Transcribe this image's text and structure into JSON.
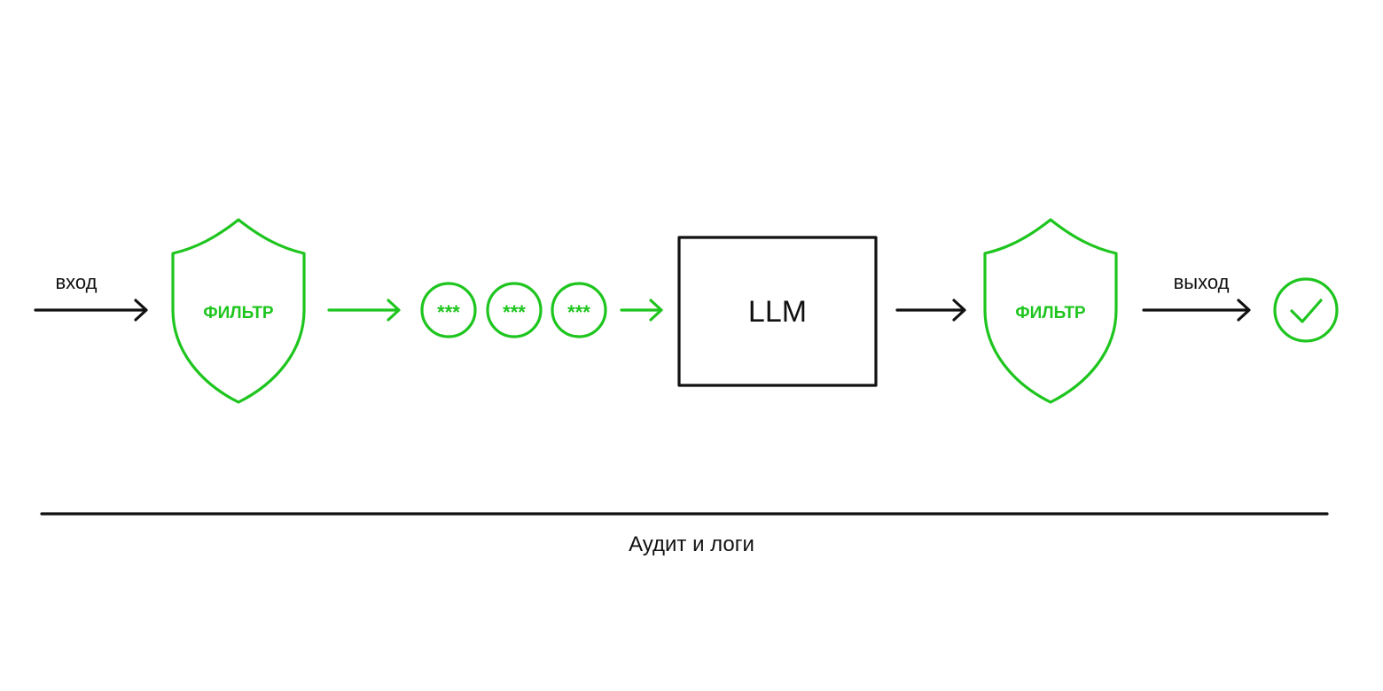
{
  "colors": {
    "accent": "#1ec51e",
    "ink": "#111111",
    "background": "#ffffff"
  },
  "flow": {
    "input_label": "вход",
    "input_filter_label": "ФИЛЬТР",
    "masked_tokens": [
      "***",
      "***",
      "***"
    ],
    "model_label": "LLM",
    "output_filter_label": "ФИЛЬТР",
    "output_label": "выход",
    "output_status_icon": "checkmark-circle-icon"
  },
  "footer": {
    "audit_label": "Аудит и логи"
  },
  "icons": {
    "filter": "shield-icon",
    "masked_token": "masked-token-circle",
    "arrow": "arrow-right-icon"
  }
}
